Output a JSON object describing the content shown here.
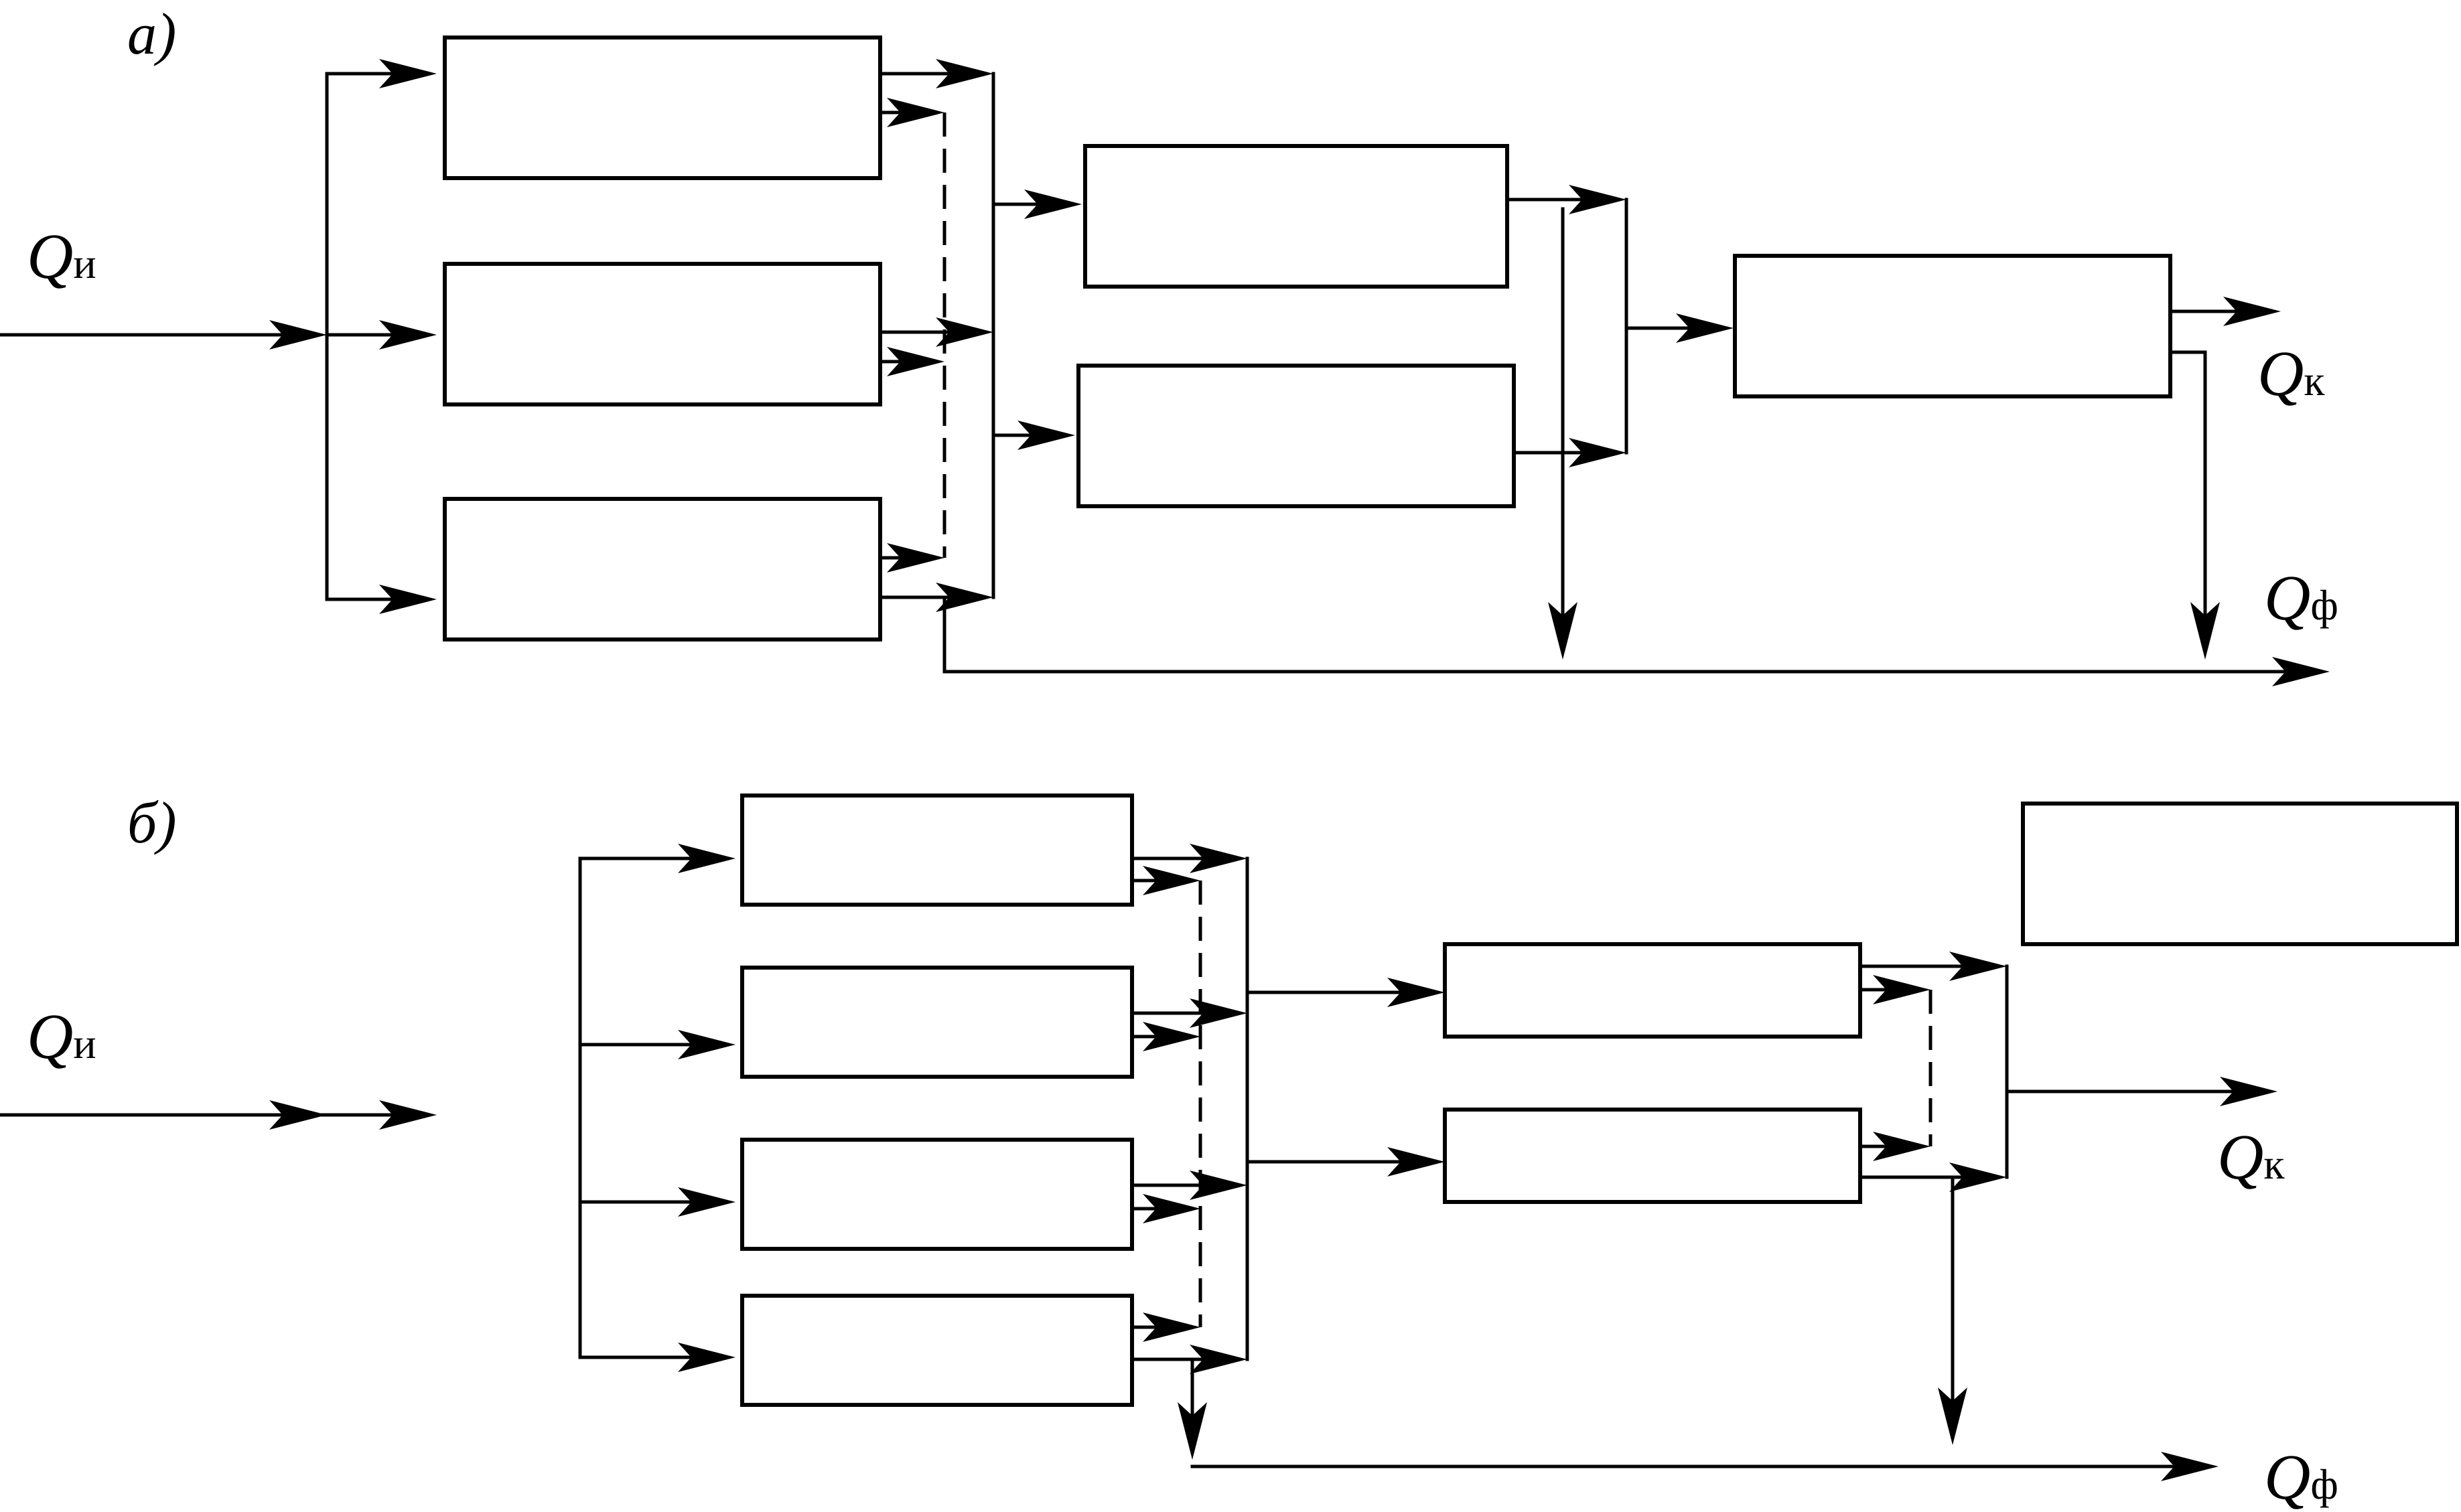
{
  "diagrams": [
    {
      "id": "a",
      "label": "а)",
      "input_label": "Q",
      "input_sub": "и",
      "output_concentrate_label": "Q",
      "output_concentrate_sub": "к",
      "output_tailings_label": "Q",
      "output_tailings_sub": "ф"
    },
    {
      "id": "b",
      "label": "б)",
      "input_label": "Q",
      "input_sub": "и",
      "output_concentrate_label": "Q",
      "output_concentrate_sub": "к",
      "output_tailings_label": "Q",
      "output_tailings_sub": "ф"
    }
  ],
  "colors": {
    "line": "#000000",
    "background": "#ffffff"
  }
}
